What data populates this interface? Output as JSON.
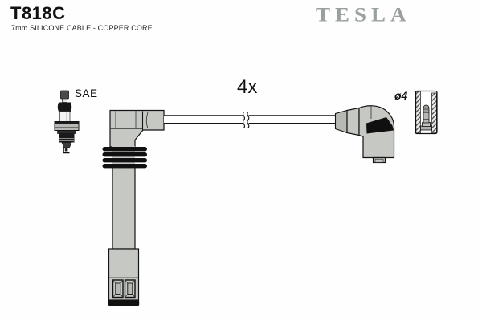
{
  "header": {
    "part_number": "T818C",
    "description": "7mm SILICONE CABLE - COPPER CORE",
    "brand": "TESLA"
  },
  "diagram": {
    "quantity_label": "4x",
    "terminal_type_label": "SAE",
    "connector_diameter_label": "ø4"
  },
  "icons": {
    "spark_plug": "spark-plug-icon",
    "cable_break": "cable-break-icon",
    "terminal_sleeve_section": "terminal-sleeve-cross-section-icon"
  },
  "colors": {
    "brand_gray": "#9aa09b",
    "body_gray": "#c6c9c3",
    "shade_gray": "#b7bab4",
    "outline_black": "#141414",
    "background": "#fefefe"
  }
}
